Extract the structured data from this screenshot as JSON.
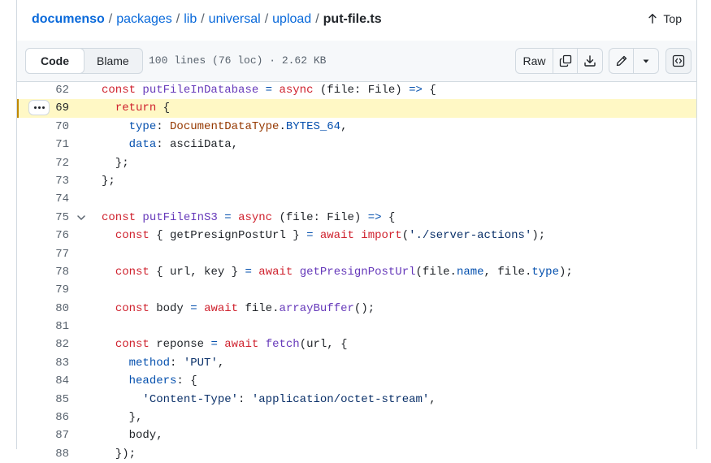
{
  "breadcrumb": {
    "parts": [
      "documenso",
      "packages",
      "lib",
      "universal",
      "upload"
    ],
    "separator": "/",
    "file": "put-file.ts",
    "top_label": "Top"
  },
  "toolbar": {
    "code_label": "Code",
    "blame_label": "Blame",
    "file_meta": "100 lines (76 loc) · 2.62 KB",
    "raw_label": "Raw"
  },
  "icons": {
    "top": "arrow-up-icon",
    "copy": "copy-icon",
    "download": "download-icon",
    "edit": "pencil-icon",
    "more": "triangle-down-icon",
    "symbols": "code-square-icon",
    "fold": "chevron-down-icon",
    "context": "kebab-horizontal-icon"
  },
  "colors": {
    "keyword": "#cf222e",
    "function": "#6639ba",
    "string": "#0a3069",
    "constant": "#0550ae",
    "type": "#953800",
    "highlight": "#fff8c5",
    "link": "#0969da"
  },
  "code": {
    "lines": [
      {
        "n": "62",
        "tokens": [
          [
            "k",
            "const "
          ],
          [
            "f",
            "putFileInDatabase"
          ],
          [
            "p",
            " "
          ],
          [
            "c",
            "="
          ],
          [
            "p",
            " "
          ],
          [
            "k",
            "async"
          ],
          [
            "p",
            " (file: File) "
          ],
          [
            "c",
            "=>"
          ],
          [
            "p",
            " {"
          ]
        ]
      },
      {
        "n": "69",
        "highlight": true,
        "tokens": [
          [
            "p",
            "  "
          ],
          [
            "k",
            "return"
          ],
          [
            "p",
            " {"
          ]
        ]
      },
      {
        "n": "70",
        "tokens": [
          [
            "p",
            "    "
          ],
          [
            "c",
            "type"
          ],
          [
            "p",
            ": "
          ],
          [
            "t",
            "DocumentDataType"
          ],
          [
            "p",
            "."
          ],
          [
            "c",
            "BYTES_64"
          ],
          [
            "p",
            ","
          ]
        ]
      },
      {
        "n": "71",
        "tokens": [
          [
            "p",
            "    "
          ],
          [
            "c",
            "data"
          ],
          [
            "p",
            ": asciiData,"
          ]
        ]
      },
      {
        "n": "72",
        "tokens": [
          [
            "p",
            "  };"
          ]
        ]
      },
      {
        "n": "73",
        "tokens": [
          [
            "p",
            "};"
          ]
        ]
      },
      {
        "n": "74",
        "tokens": []
      },
      {
        "n": "75",
        "fold": true,
        "tokens": [
          [
            "k",
            "const "
          ],
          [
            "f",
            "putFileInS3"
          ],
          [
            "p",
            " "
          ],
          [
            "c",
            "="
          ],
          [
            "p",
            " "
          ],
          [
            "k",
            "async"
          ],
          [
            "p",
            " (file: File) "
          ],
          [
            "c",
            "=>"
          ],
          [
            "p",
            " {"
          ]
        ]
      },
      {
        "n": "76",
        "tokens": [
          [
            "p",
            "  "
          ],
          [
            "k",
            "const"
          ],
          [
            "p",
            " { getPresignPostUrl } "
          ],
          [
            "c",
            "="
          ],
          [
            "p",
            " "
          ],
          [
            "k",
            "await"
          ],
          [
            "p",
            " "
          ],
          [
            "k",
            "import"
          ],
          [
            "p",
            "("
          ],
          [
            "s",
            "'./server-actions'"
          ],
          [
            "p",
            ");"
          ]
        ]
      },
      {
        "n": "77",
        "tokens": []
      },
      {
        "n": "78",
        "tokens": [
          [
            "p",
            "  "
          ],
          [
            "k",
            "const"
          ],
          [
            "p",
            " { url, key } "
          ],
          [
            "c",
            "="
          ],
          [
            "p",
            " "
          ],
          [
            "k",
            "await"
          ],
          [
            "p",
            " "
          ],
          [
            "f",
            "getPresignPostUrl"
          ],
          [
            "p",
            "(file."
          ],
          [
            "c",
            "name"
          ],
          [
            "p",
            ", file."
          ],
          [
            "c",
            "type"
          ],
          [
            "p",
            ");"
          ]
        ]
      },
      {
        "n": "79",
        "tokens": []
      },
      {
        "n": "80",
        "tokens": [
          [
            "p",
            "  "
          ],
          [
            "k",
            "const"
          ],
          [
            "p",
            " body "
          ],
          [
            "c",
            "="
          ],
          [
            "p",
            " "
          ],
          [
            "k",
            "await"
          ],
          [
            "p",
            " file."
          ],
          [
            "f",
            "arrayBuffer"
          ],
          [
            "p",
            "();"
          ]
        ]
      },
      {
        "n": "81",
        "tokens": []
      },
      {
        "n": "82",
        "tokens": [
          [
            "p",
            "  "
          ],
          [
            "k",
            "const"
          ],
          [
            "p",
            " reponse "
          ],
          [
            "c",
            "="
          ],
          [
            "p",
            " "
          ],
          [
            "k",
            "await"
          ],
          [
            "p",
            " "
          ],
          [
            "f",
            "fetch"
          ],
          [
            "p",
            "(url, {"
          ]
        ]
      },
      {
        "n": "83",
        "tokens": [
          [
            "p",
            "    "
          ],
          [
            "c",
            "method"
          ],
          [
            "p",
            ": "
          ],
          [
            "s",
            "'PUT'"
          ],
          [
            "p",
            ","
          ]
        ]
      },
      {
        "n": "84",
        "tokens": [
          [
            "p",
            "    "
          ],
          [
            "c",
            "headers"
          ],
          [
            "p",
            ": {"
          ]
        ]
      },
      {
        "n": "85",
        "tokens": [
          [
            "p",
            "      "
          ],
          [
            "s",
            "'Content-Type'"
          ],
          [
            "p",
            ": "
          ],
          [
            "s",
            "'application/octet-stream'"
          ],
          [
            "p",
            ","
          ]
        ]
      },
      {
        "n": "86",
        "tokens": [
          [
            "p",
            "    },"
          ]
        ]
      },
      {
        "n": "87",
        "tokens": [
          [
            "p",
            "    body,"
          ]
        ]
      },
      {
        "n": "88",
        "tokens": [
          [
            "p",
            "  });"
          ]
        ]
      }
    ]
  }
}
